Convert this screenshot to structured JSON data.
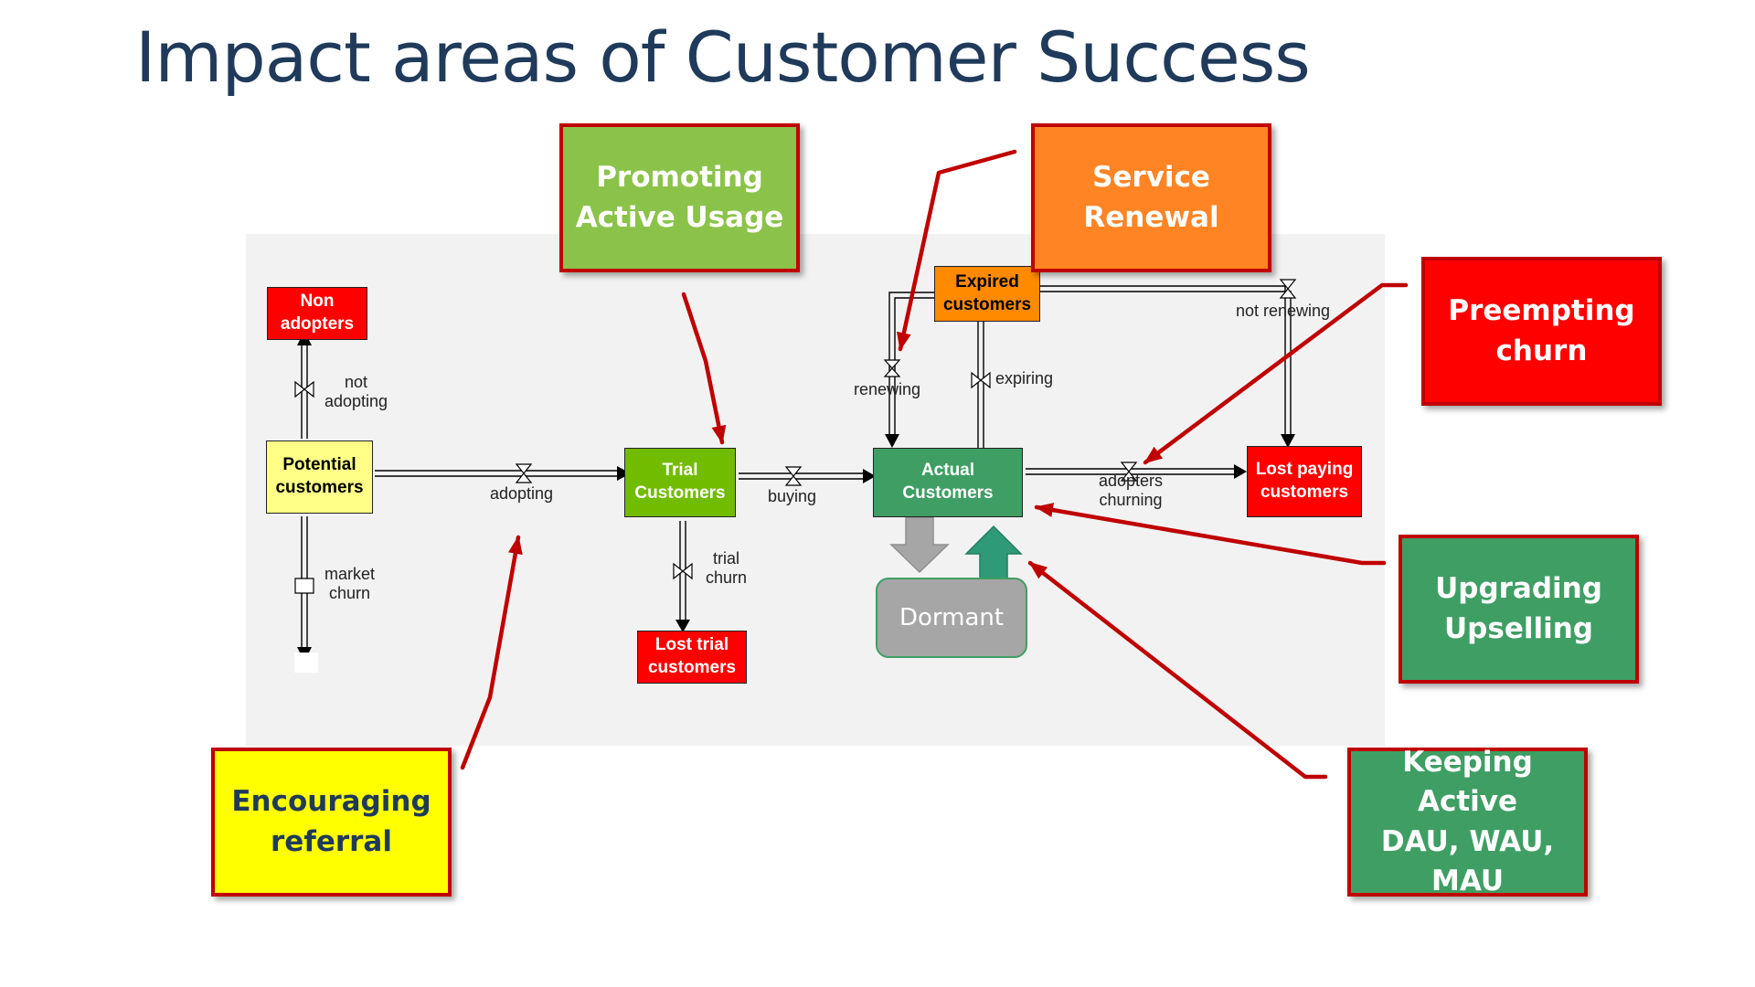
{
  "title": "Impact areas of Customer Success",
  "stocks": {
    "non_adopters": [
      "Non",
      "adopters"
    ],
    "potential_customers": [
      "Potential",
      "customers"
    ],
    "trial_customers": [
      "Trial",
      "Customers"
    ],
    "lost_trial_customers": [
      "Lost trial",
      "customers"
    ],
    "actual_customers": [
      "Actual",
      "Customers"
    ],
    "expired_customers": [
      "Expired",
      "customers"
    ],
    "lost_paying_customers": [
      "Lost paying",
      "customers"
    ],
    "dormant": "Dormant"
  },
  "flows": {
    "not_adopting": [
      "not",
      "adopting"
    ],
    "market_churn": [
      "market",
      "churn"
    ],
    "adopting": "adopting",
    "buying": "buying",
    "trial_churn": [
      "trial",
      "churn"
    ],
    "renewing": "renewing",
    "expiring": "expiring",
    "not_renewing": "not renewing",
    "adopters_churning": [
      "adopters",
      "churning"
    ]
  },
  "callouts": {
    "promoting_active_usage": [
      "Promoting",
      "Active Usage"
    ],
    "service_renewal": [
      "Service",
      "Renewal"
    ],
    "preempting_churn": [
      "Preempting",
      "churn"
    ],
    "upgrading_upselling": [
      "Upgrading",
      "Upselling"
    ],
    "keeping_active": [
      "Keeping Active",
      "DAU, WAU,",
      "MAU"
    ],
    "encouraging_referral": [
      "Encouraging",
      "referral"
    ]
  },
  "colors": {
    "title": "#1f3a5a",
    "callout_border": "#c00000",
    "pointer_arrow": "#c00000",
    "stock_red": "#ff0000",
    "stock_green": "#72bc00",
    "stock_dark_green": "#3f9e64",
    "stock_orange": "#ff8a00",
    "stock_yellow": "#ffff88",
    "panel": "#f2f2f2"
  }
}
